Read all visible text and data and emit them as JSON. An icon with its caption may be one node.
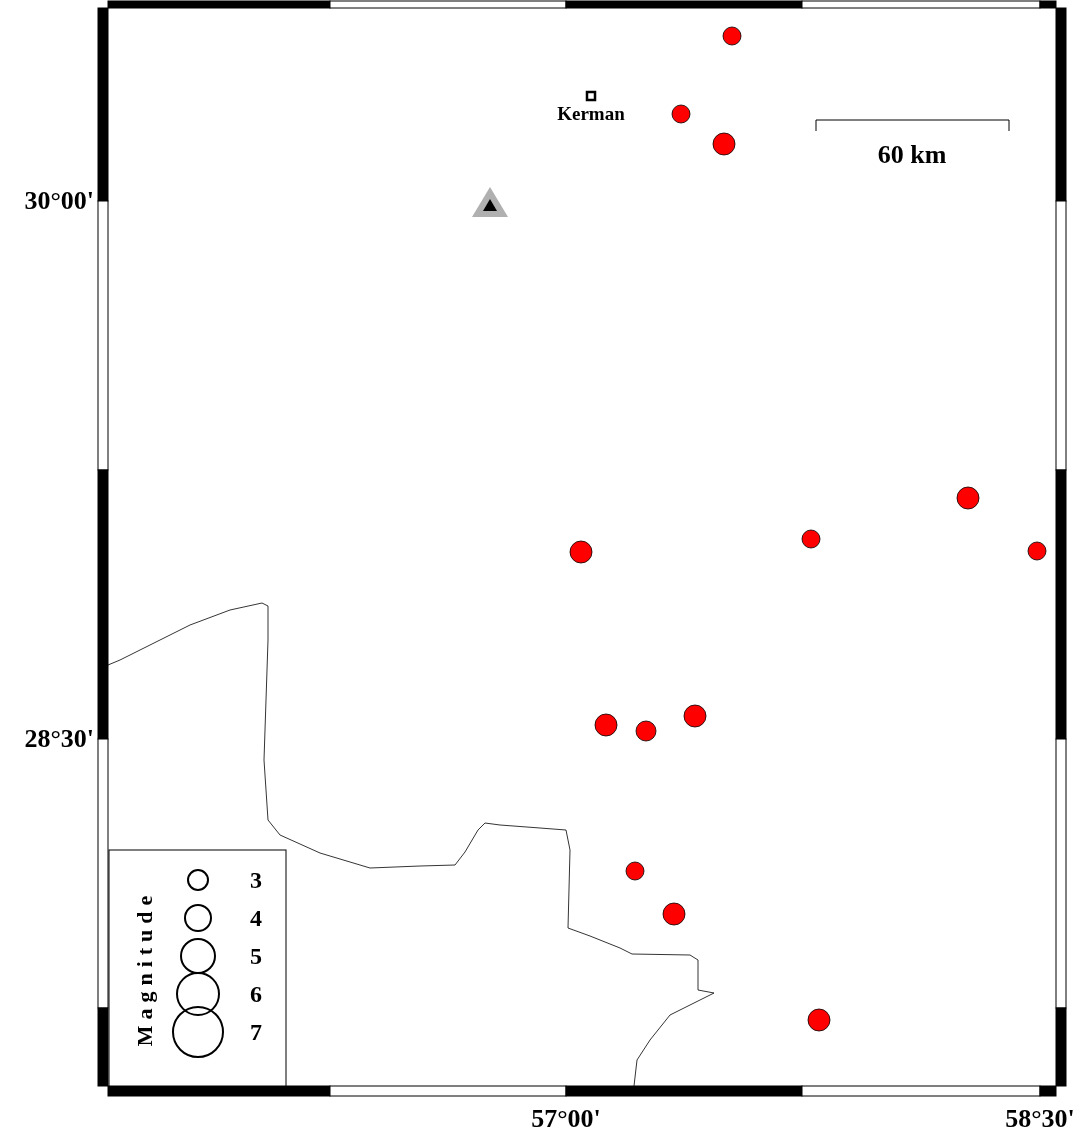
{
  "diagram": {
    "labels": [
      "Kerman",
      "60 km",
      "30°00'",
      "28°30'",
      "57°00'",
      "58°30'",
      "Magnitude"
    ],
    "legend": [
      {
        "text": "3"
      },
      {
        "text": "4"
      },
      {
        "text": "5"
      },
      {
        "text": "6"
      },
      {
        "text": "7"
      }
    ]
  }
}
